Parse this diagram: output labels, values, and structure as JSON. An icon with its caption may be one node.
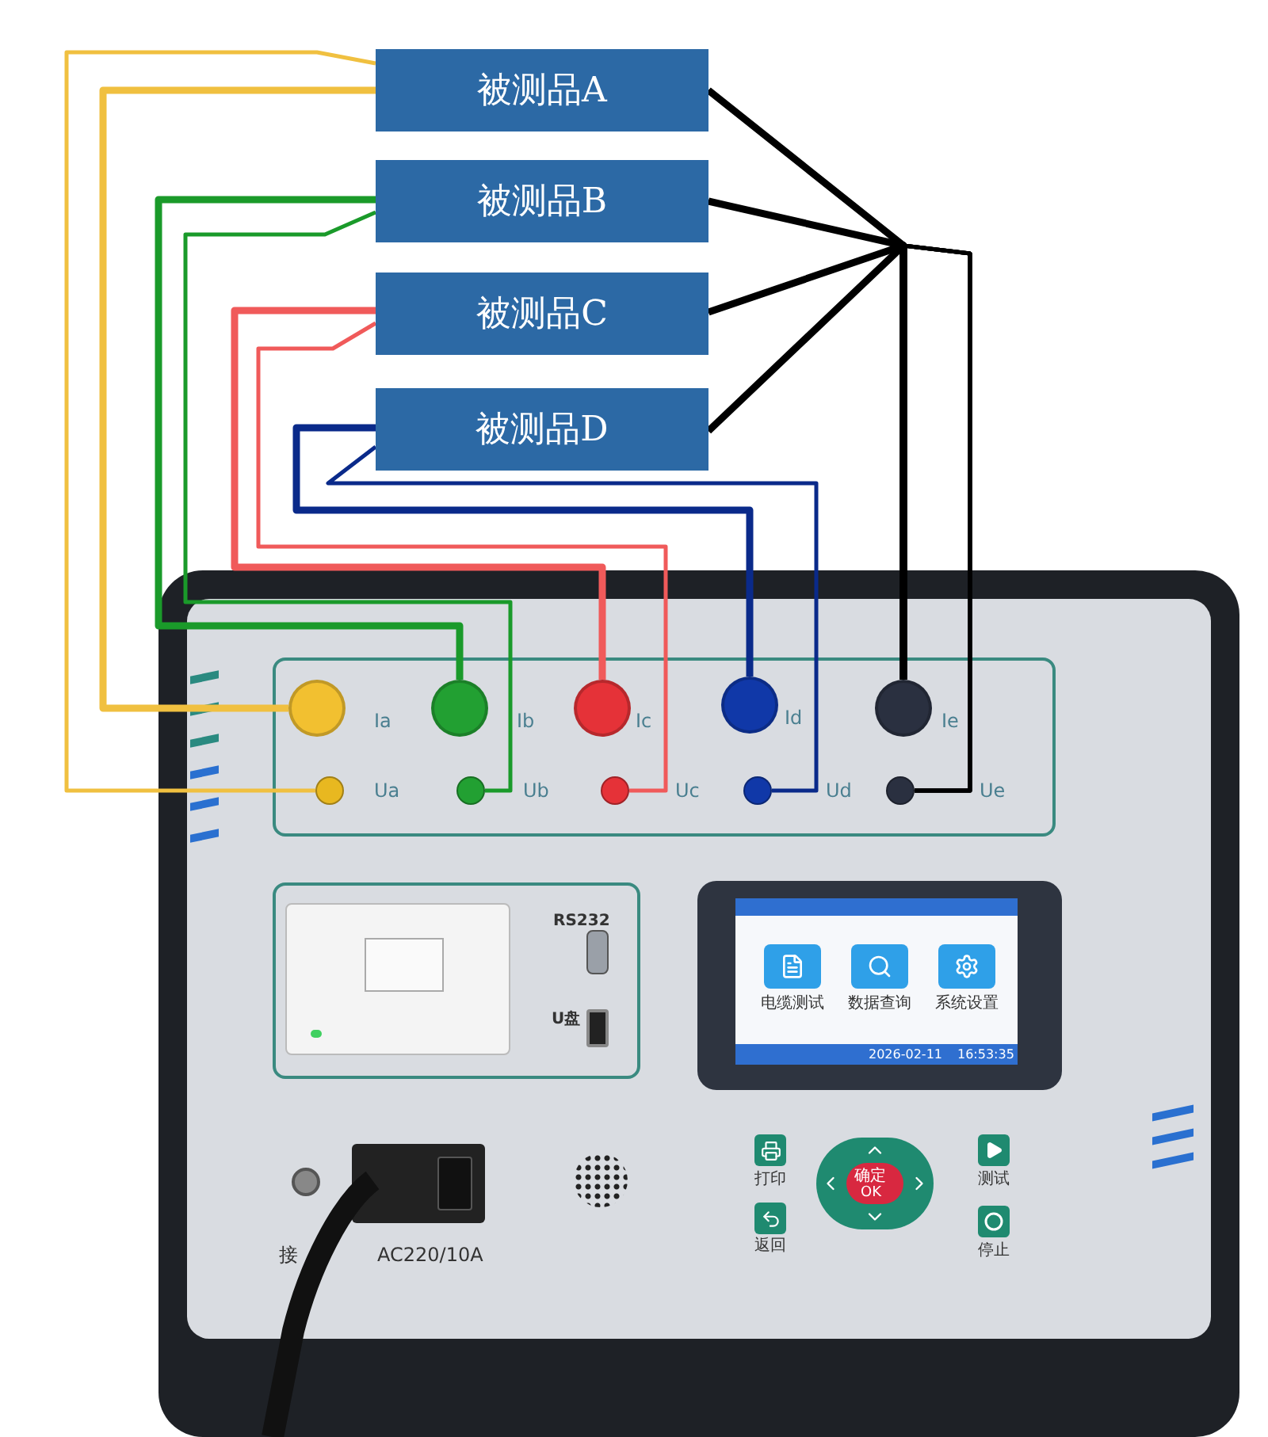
{
  "diagram": {
    "nodes": [
      {
        "text": [
          "被测品A"
        ]
      },
      {
        "text": [
          "被测品B"
        ]
      },
      {
        "text": [
          "被测品C"
        ]
      },
      {
        "text": [
          "被测品D"
        ]
      },
      {
        "text": [],
        "shape": "circle",
        "beside": [
          "Ia"
        ]
      },
      {
        "text": [],
        "shape": "circle",
        "beside": [
          "Ib"
        ]
      },
      {
        "text": [],
        "shape": "circle",
        "beside": [
          "Ic"
        ]
      },
      {
        "text": [],
        "shape": "circle",
        "beside": [
          "Id"
        ]
      },
      {
        "text": [],
        "shape": "circle",
        "beside": [
          "Ie"
        ]
      },
      {
        "text": [],
        "shape": "circle",
        "beside": [
          "Ua"
        ]
      },
      {
        "text": [],
        "shape": "circle",
        "beside": [
          "Ub"
        ]
      },
      {
        "text": [],
        "shape": "circle",
        "beside": [
          "Uc"
        ]
      },
      {
        "text": [],
        "shape": "circle",
        "beside": [
          "Ud"
        ]
      },
      {
        "text": [],
        "shape": "circle",
        "beside": [
          "Ue"
        ]
      }
    ],
    "edges": [
      {
        "from": 0,
        "to": 4,
        "arrow": "none",
        "style": "thick",
        "color": "#f0c040"
      },
      {
        "from": 0,
        "to": 9,
        "arrow": "none",
        "color": "#f0c040"
      },
      {
        "from": 1,
        "to": 5,
        "arrow": "none",
        "style": "thick",
        "color": "#1a9a2a"
      },
      {
        "from": 1,
        "to": 10,
        "arrow": "none",
        "color": "#1a9a2a"
      },
      {
        "from": 2,
        "to": 6,
        "arrow": "none",
        "style": "thick",
        "color": "#f05a5a"
      },
      {
        "from": 2,
        "to": 11,
        "arrow": "none",
        "color": "#f05a5a"
      },
      {
        "from": 3,
        "to": 7,
        "arrow": "none",
        "style": "thick",
        "color": "#0a2a8a"
      },
      {
        "from": 3,
        "to": 12,
        "arrow": "none",
        "color": "#0a2a8a"
      },
      {
        "from": 0,
        "to": 8,
        "arrow": "none",
        "style": "thick"
      },
      {
        "from": 1,
        "to": 8,
        "arrow": "none",
        "style": "thick"
      },
      {
        "from": 2,
        "to": 8,
        "arrow": "none",
        "style": "thick"
      },
      {
        "from": 3,
        "to": 8,
        "arrow": "none",
        "style": "thick"
      },
      {
        "from": 0,
        "to": 13,
        "arrow": "none"
      },
      {
        "from": 1,
        "to": 13,
        "arrow": "none"
      },
      {
        "from": 2,
        "to": 13,
        "arrow": "none"
      },
      {
        "from": 3,
        "to": 13,
        "arrow": "none"
      }
    ],
    "labels": [
      "RS232",
      "U盘",
      "电缆测试",
      "数据查询",
      "系统设置",
      "2026-02-11",
      "16:53:35",
      "打印",
      "确定",
      "OK",
      "测试",
      "接",
      "AC220/10A",
      "返回",
      "停止"
    ]
  }
}
